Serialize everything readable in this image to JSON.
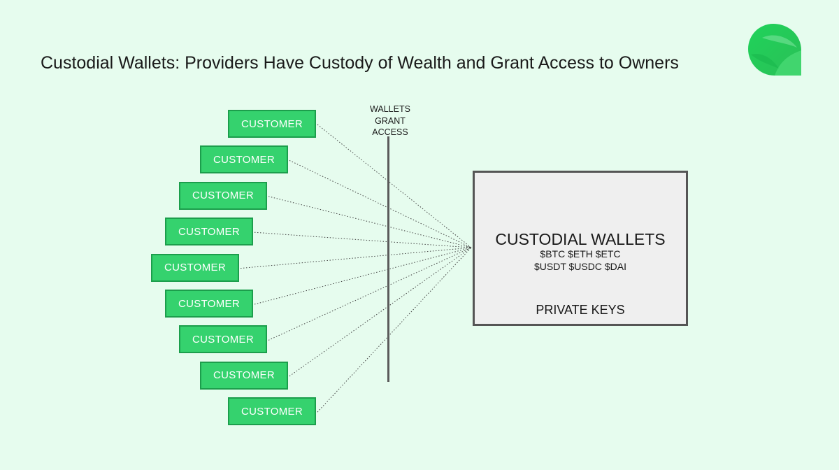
{
  "title": "Custodial Wallets: Providers Have Custody of Wealth and Grant Access to Owners",
  "customers": [
    {
      "label": "CUSTOMER"
    },
    {
      "label": "CUSTOMER"
    },
    {
      "label": "CUSTOMER"
    },
    {
      "label": "CUSTOMER"
    },
    {
      "label": "CUSTOMER"
    },
    {
      "label": "CUSTOMER"
    },
    {
      "label": "CUSTOMER"
    },
    {
      "label": "CUSTOMER"
    },
    {
      "label": "CUSTOMER"
    }
  ],
  "divider": {
    "label_lines": [
      "WALLETS",
      "GRANT",
      "ACCESS"
    ]
  },
  "wallet": {
    "title": "CUSTODIAL WALLETS",
    "coins_line_1": "$BTC $ETH $ETC",
    "coins_line_2": "$USDT $USDC $DAI",
    "keys_label": "PRIVATE KEYS"
  },
  "colors": {
    "background": "#e6fcee",
    "customer_fill": "#35d26e",
    "customer_border": "#1c9e4c",
    "wallet_fill": "#efefef",
    "wallet_border": "#555555",
    "logo": "#2ecc5f"
  },
  "icons": {
    "logo": "leaf-logo-icon"
  }
}
